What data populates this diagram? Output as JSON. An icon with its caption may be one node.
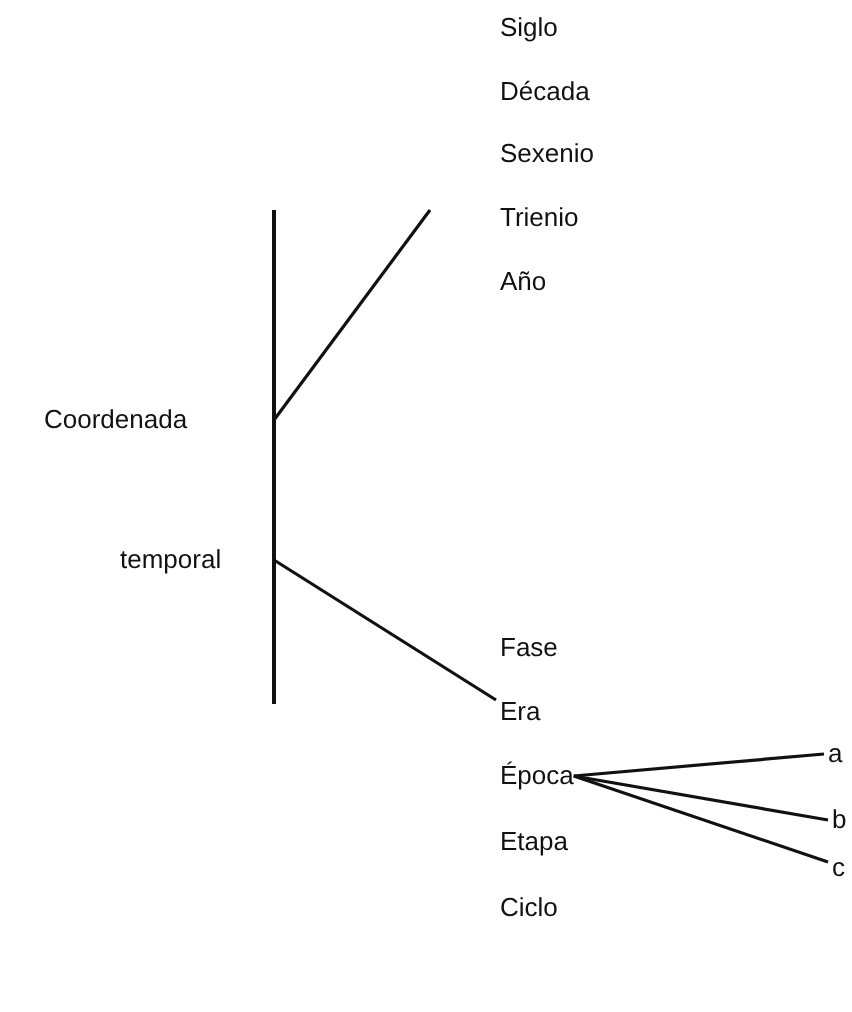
{
  "diagram": {
    "nodes": [
      {
        "text": [
          "Coordenada"
        ]
      },
      {
        "text": [
          "temporal"
        ]
      },
      {
        "text": [
          "Siglo"
        ]
      },
      {
        "text": [
          "Década"
        ]
      },
      {
        "text": [
          "Sexenio"
        ]
      },
      {
        "text": [
          "Trienio"
        ]
      },
      {
        "text": [
          "Año"
        ]
      },
      {
        "text": [
          "Fase"
        ]
      },
      {
        "text": [
          "Era"
        ]
      },
      {
        "text": [
          "Época"
        ]
      },
      {
        "text": [
          "Etapa"
        ]
      },
      {
        "text": [
          "Ciclo"
        ]
      },
      {
        "text": [
          "a"
        ]
      },
      {
        "text": [
          "b"
        ]
      },
      {
        "text": [
          "c"
        ]
      }
    ],
    "edges": [
      {
        "from": 0,
        "to": null,
        "arrow": "none"
      },
      {
        "from": 1,
        "to": 8,
        "arrow": "none"
      },
      {
        "from": 9,
        "to": 12,
        "arrow": "none"
      },
      {
        "from": 9,
        "to": 13,
        "arrow": "none"
      },
      {
        "from": 9,
        "to": 14,
        "arrow": "none"
      }
    ]
  }
}
